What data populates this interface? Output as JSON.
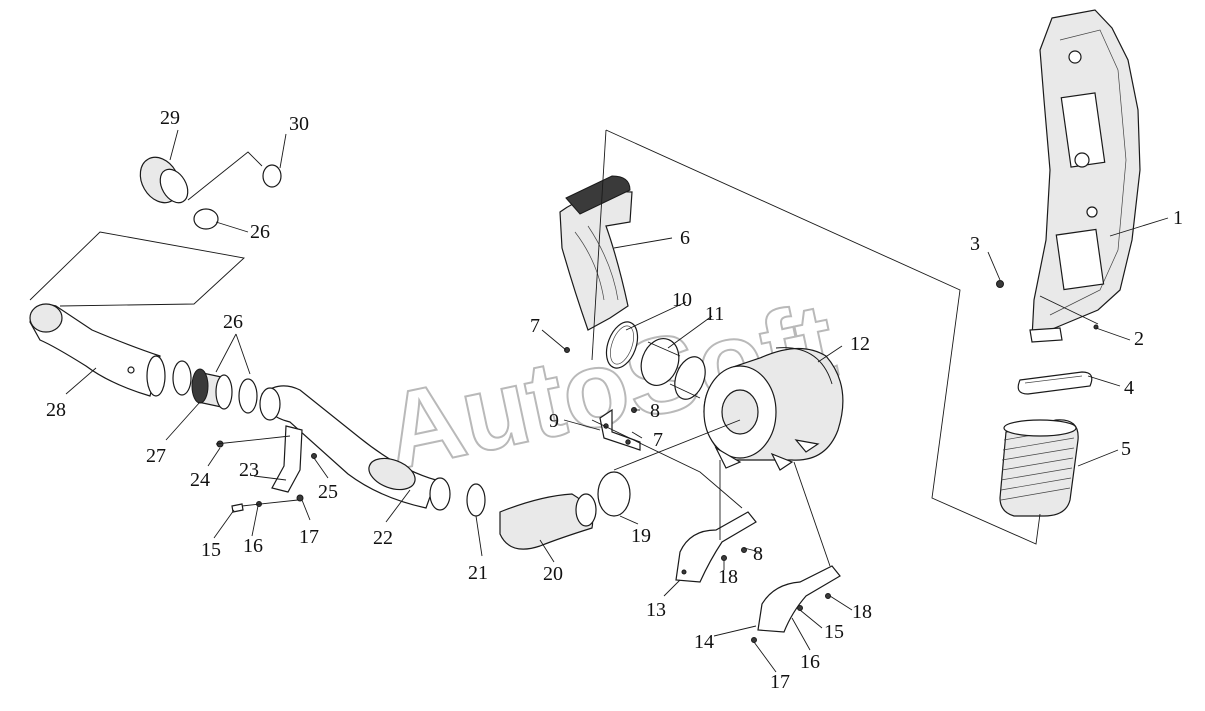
{
  "diagram": {
    "watermark": "AutoSoft",
    "callouts": [
      "1",
      "2",
      "3",
      "4",
      "5",
      "6",
      "7",
      "7",
      "8",
      "8",
      "9",
      "10",
      "11",
      "12",
      "13",
      "14",
      "15",
      "15",
      "16",
      "16",
      "17",
      "17",
      "18",
      "18",
      "19",
      "20",
      "21",
      "22",
      "23",
      "24",
      "25",
      "26",
      "26",
      "27",
      "28",
      "29",
      "30"
    ]
  },
  "colors": {
    "line": "#1a1a1a",
    "watermark": "#b9b9b9",
    "background": "#ffffff"
  }
}
